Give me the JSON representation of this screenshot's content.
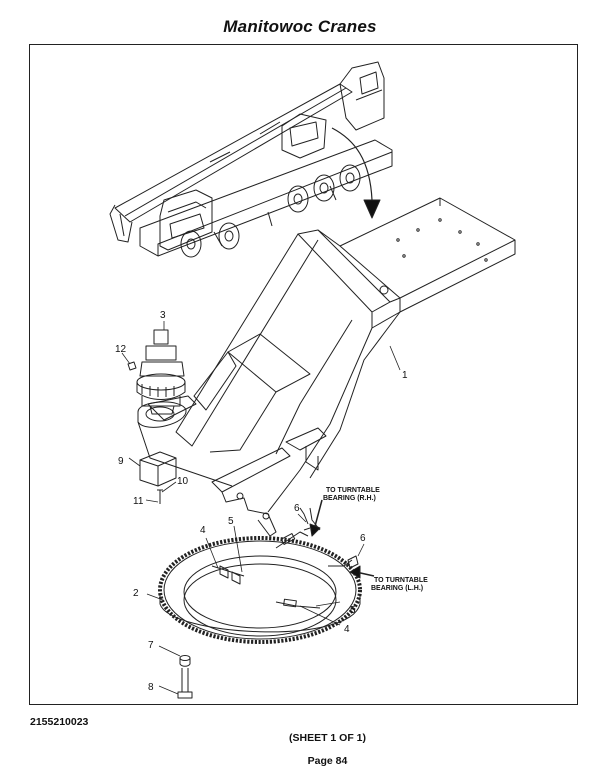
{
  "header": {
    "title": "Manitowoc Cranes"
  },
  "callouts": [
    "1",
    "2",
    "3",
    "4",
    "4",
    "5",
    "5",
    "6",
    "6",
    "7",
    "8",
    "9",
    "10",
    "11",
    "12"
  ],
  "notes": {
    "rh_line1": "TO TURNTABLE",
    "rh_line2": "BEARING (R.H.)",
    "lh_line1": "TO TURNTABLE",
    "lh_line2": "BEARING (L.H.)"
  },
  "footer": {
    "part_number": "2155210023",
    "sheet": "(SHEET 1 OF 1)",
    "page": "Page 84"
  }
}
